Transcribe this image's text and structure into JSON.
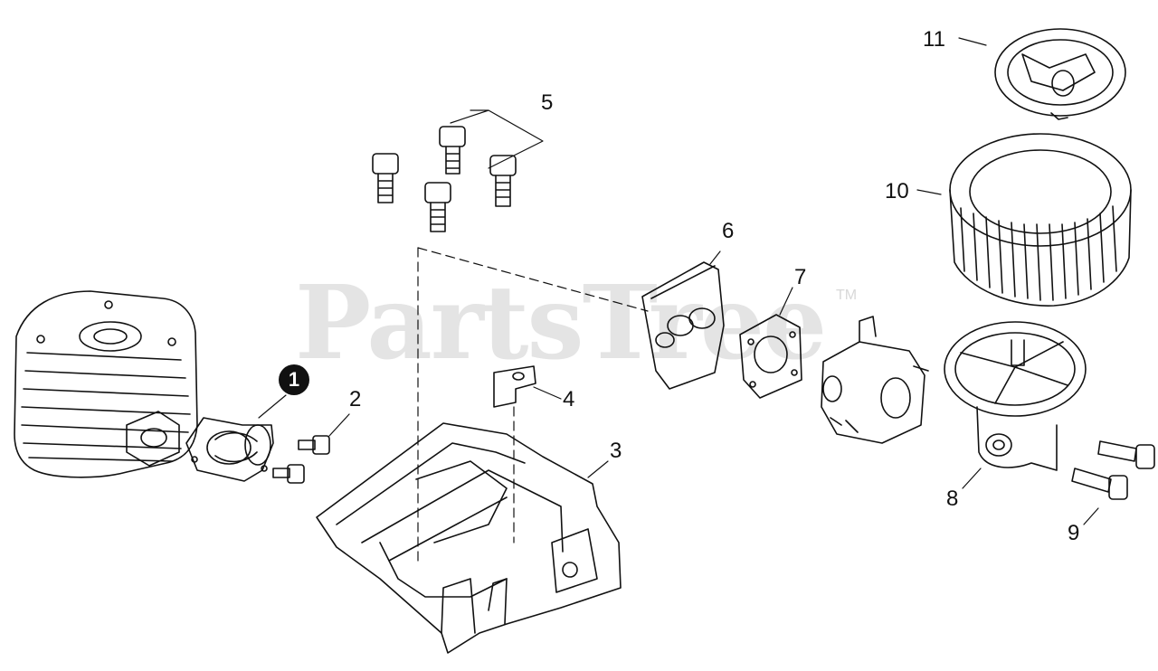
{
  "watermark": {
    "text": "PartsTree",
    "trademark": "TM"
  },
  "callouts": {
    "c1": "1",
    "c2": "2",
    "c3": "3",
    "c4": "4",
    "c5": "5",
    "c6": "6",
    "c7": "7",
    "c8": "8",
    "c9": "9",
    "c10": "10",
    "c11": "11"
  },
  "colors": {
    "line": "#111111",
    "watermark": "#e4e4e4",
    "highlight": "#111111"
  }
}
